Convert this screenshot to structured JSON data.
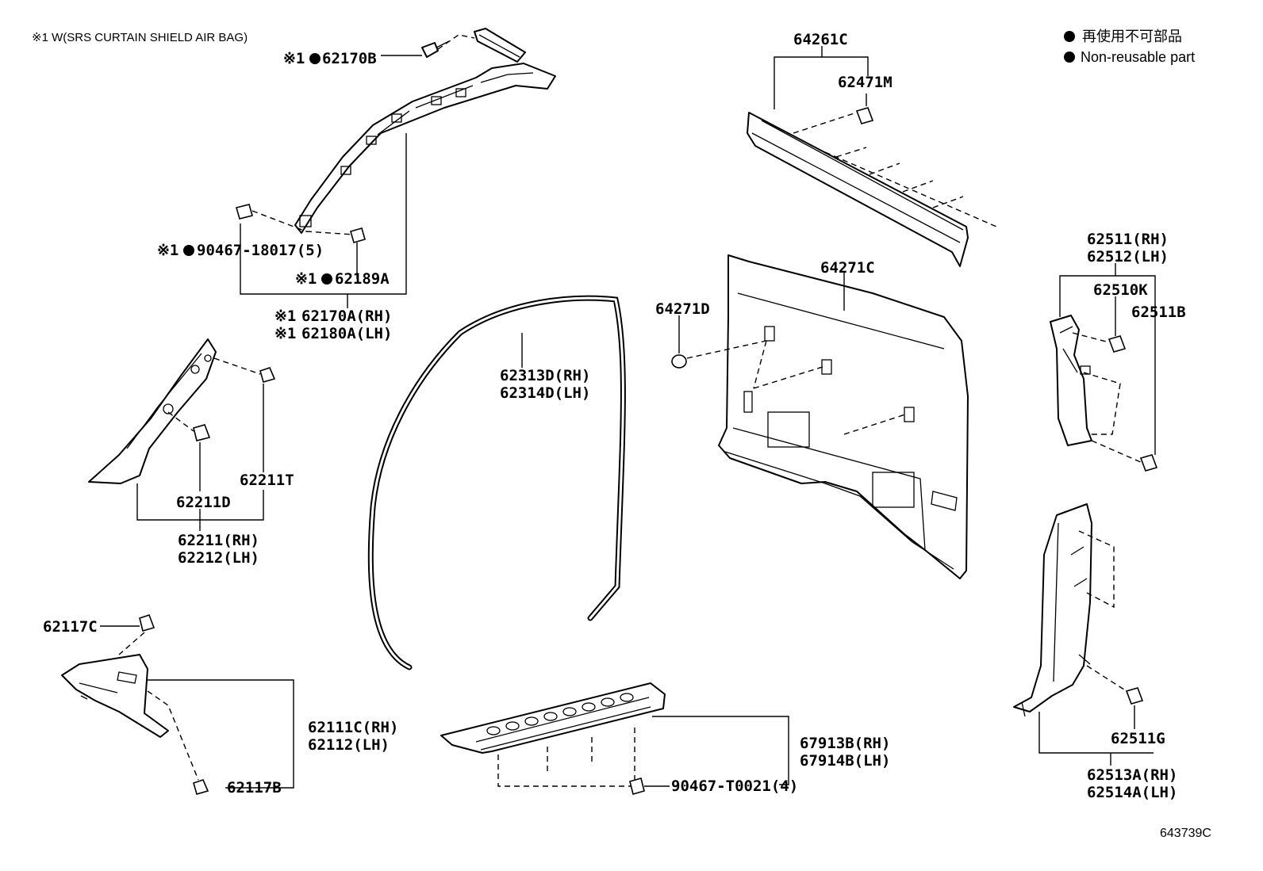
{
  "diagram": {
    "footnote": "※1 W(SRS CURTAIN SHIELD AIR BAG)",
    "legend": {
      "jp": "再使用不可部品",
      "en": "Non-reusable part"
    },
    "figure_number": "643739C",
    "labels": {
      "p62170B": "62170B",
      "p90467_18017": "90467-18017(5)",
      "p62189A": "62189A",
      "p62170A": "62170A(RH)",
      "p62180A": "62180A(LH)",
      "p62211T": "62211T",
      "p62211D": "62211D",
      "p62211": "62211(RH)",
      "p62212": "62212(LH)",
      "p62117C": "62117C",
      "p62111C": "62111C(RH)",
      "p62112": "62112(LH)",
      "p62117B": "62117B",
      "p62313D": "62313D(RH)",
      "p62314D": "62314D(LH)",
      "p64261C": "64261C",
      "p62471M": "62471M",
      "p64271C": "64271C",
      "p64271D": "64271D",
      "p67913B": "67913B(RH)",
      "p67914B": "67914B(LH)",
      "p90467_T0021": "90467-T0021(4)",
      "p62511": "62511(RH)",
      "p62512": "62512(LH)",
      "p62510K": "62510K",
      "p62511B": "62511B",
      "p62511G": "62511G",
      "p62513A": "62513A(RH)",
      "p62514A": "62514A(LH)"
    },
    "markers": {
      "note_ref": "※1"
    }
  }
}
